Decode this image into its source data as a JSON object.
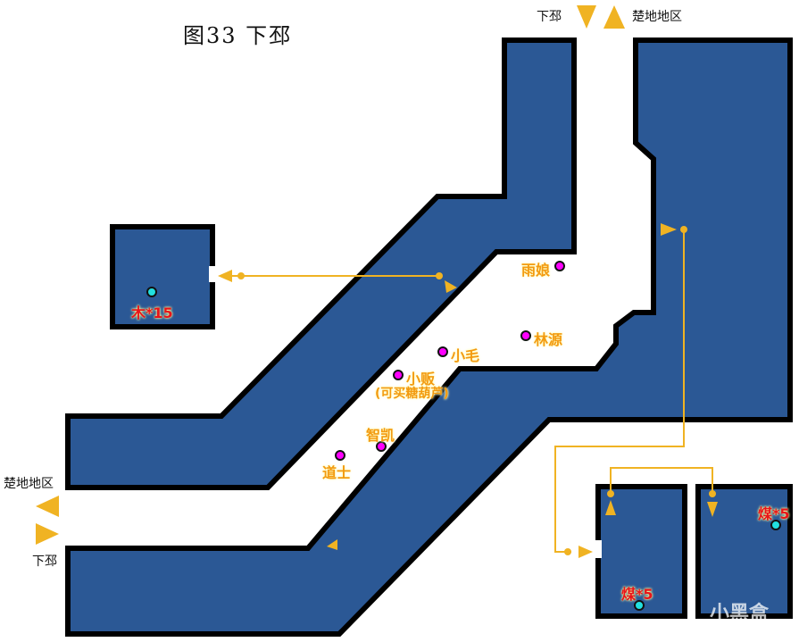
{
  "title": "图33  下邳",
  "exits": {
    "top_left": "下邳",
    "top_right": "楚地地区",
    "left_top": "楚地地区",
    "left_bottom": "下邳"
  },
  "npcs": [
    {
      "name": "雨娘"
    },
    {
      "name": "林源"
    },
    {
      "name": "小毛"
    },
    {
      "name": "小贩",
      "note": "(可买糖葫芦)"
    },
    {
      "name": "智凯"
    },
    {
      "name": "道士"
    }
  ],
  "items": [
    {
      "label": "木*15"
    },
    {
      "label": "煤*5"
    },
    {
      "label": "煤*5"
    }
  ],
  "watermark": "小黑盒",
  "colors": {
    "wall": "#2b5895",
    "border": "#000000",
    "path": "#f0b323",
    "npc": "#ff00ff",
    "item": "#22e0e0"
  }
}
